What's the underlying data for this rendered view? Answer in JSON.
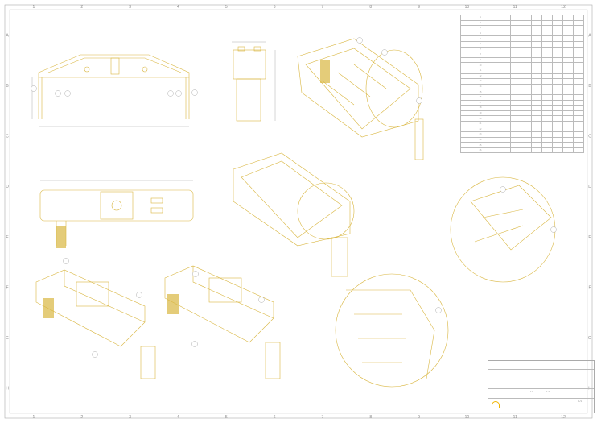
{
  "drawing": {
    "line_color": "#d9b640",
    "dim_color": "#9a9a9a",
    "zones_top": [
      "1",
      "2",
      "3",
      "4",
      "5",
      "6",
      "7",
      "8",
      "9",
      "10",
      "11",
      "12"
    ],
    "zones_side": [
      "A",
      "B",
      "C",
      "D",
      "E",
      "F",
      "G",
      "H"
    ],
    "bom_rows": [
      "1",
      "2",
      "3",
      "4",
      "5",
      "6",
      "7",
      "8",
      "9",
      "10",
      "11",
      "12",
      "13",
      "14",
      "15",
      "16",
      "17",
      "18",
      "19",
      "20",
      "21",
      "22",
      "23",
      "24",
      "25",
      "26"
    ],
    "title_block": {
      "scale_1": "1:5",
      "scale_2": "1:2",
      "sheet": "1/1"
    }
  }
}
